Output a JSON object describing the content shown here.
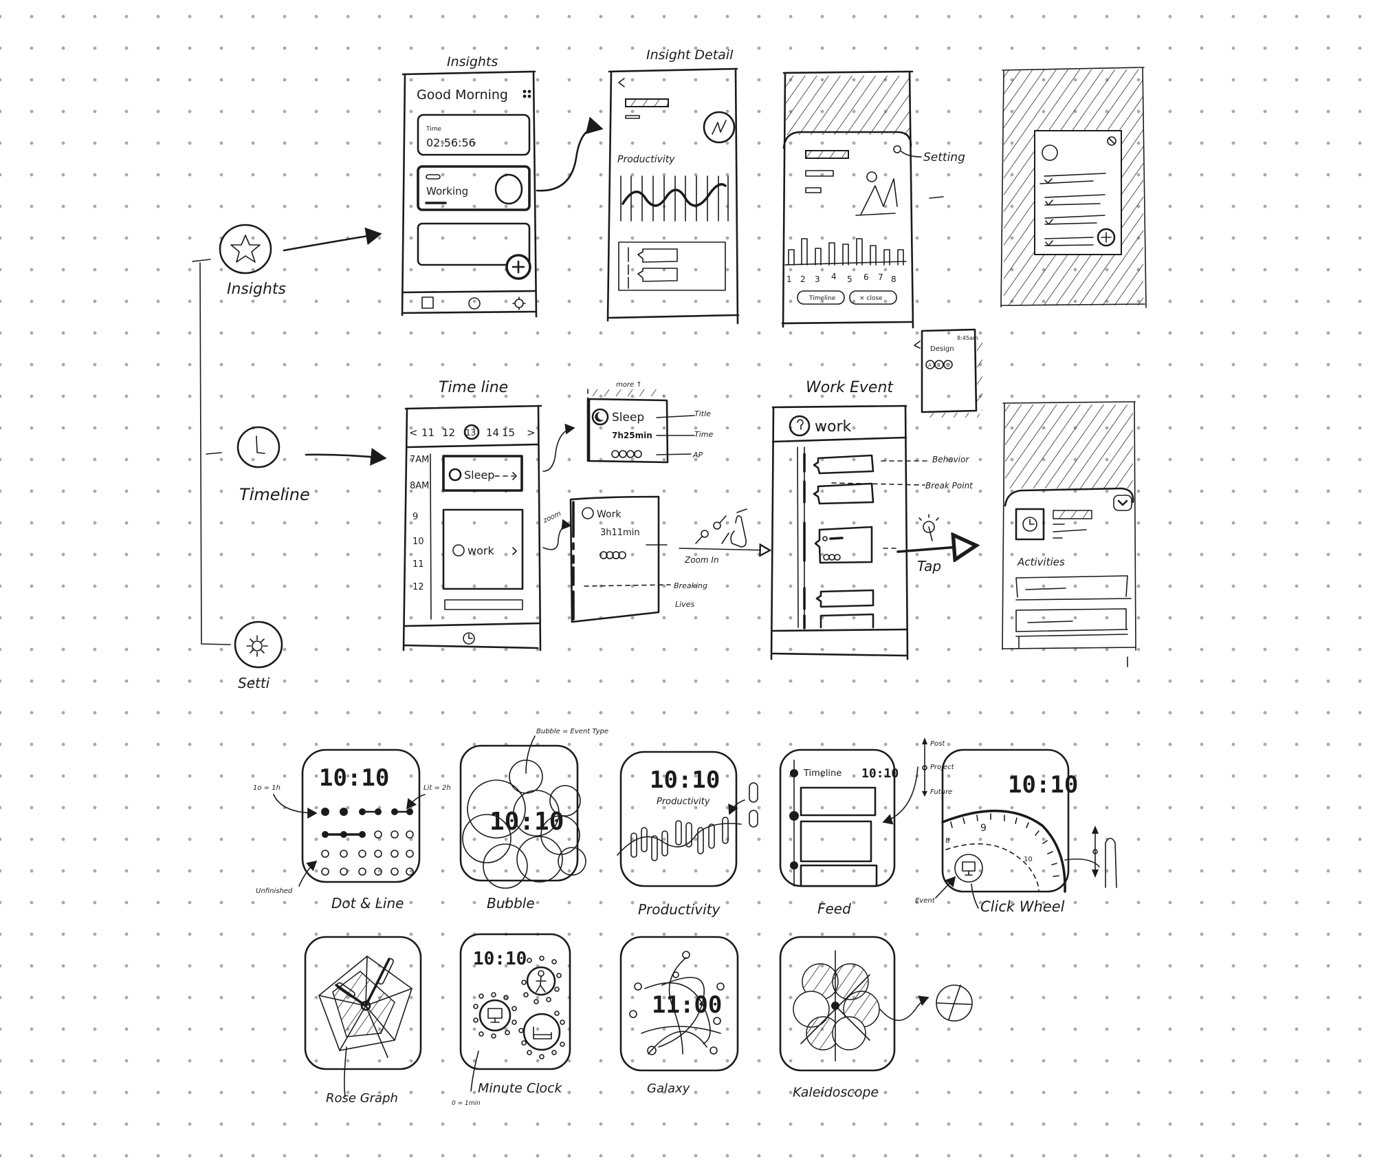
{
  "nav": {
    "items": [
      {
        "label": "Insights",
        "icon": "star-icon"
      },
      {
        "label": "Timeline",
        "icon": "clock-icon"
      },
      {
        "label": "Setti",
        "icon": "gear-icon"
      }
    ]
  },
  "screens": {
    "insights": {
      "title": "Insights",
      "greeting": "Good Morning",
      "time_label": "Time",
      "time_value": "02:56:56",
      "status": "Working"
    },
    "insight_detail": {
      "title": "Insight Detail",
      "section": "Productivity"
    },
    "overlay": {
      "annotation": "Setting",
      "axis": [
        "1",
        "2",
        "3",
        "4",
        "5",
        "6",
        "7",
        "8"
      ],
      "buttons": [
        "Timeline",
        "× close"
      ]
    },
    "timeline": {
      "title": "Time line",
      "prev": "<",
      "next": ">",
      "dates": [
        "11",
        "12",
        "13",
        "14",
        "15"
      ],
      "hours": [
        "7AM",
        "8AM",
        "9",
        "10",
        "11",
        "12"
      ],
      "events": [
        "Sleep",
        "work"
      ]
    },
    "sleep_card": {
      "more": "more ↑",
      "title": "Sleep",
      "duration": "7h25min",
      "annotations": [
        "Title",
        "Time",
        "AP"
      ]
    },
    "work_card": {
      "zoom": "zoom",
      "title": "Work",
      "duration": "3h11min",
      "annotation_1": "Breaking",
      "annotation_2": "Lives"
    },
    "gesture": {
      "label": "Zoom In"
    },
    "work_event": {
      "title": "Work Event",
      "header": "work",
      "annotations": [
        "Behavior",
        "Break Point"
      ],
      "tap": "Tap"
    },
    "design_card": {
      "time": "8:45am",
      "title": "Design",
      "badges": [
        "A",
        "B",
        "C"
      ]
    },
    "activities": {
      "label": "Activities"
    }
  },
  "watch_faces": {
    "dot_line": {
      "label": "Dot & Line",
      "time": "10:10",
      "note_dot": "1o = 1h",
      "note_lit": "Lit = 2h",
      "note_unfinished": "Unfinished"
    },
    "bubble": {
      "label": "Bubble",
      "time": "10:10",
      "note": "Bubble = Event Type"
    },
    "productivity": {
      "label": "Productivity",
      "time": "10:10",
      "subtitle": "Productivity"
    },
    "feed": {
      "label": "Feed",
      "title": "Timeline",
      "time": "10:10",
      "legend": [
        "Post",
        "Project",
        "Future"
      ]
    },
    "click_wheel": {
      "label": "Click Wheel",
      "time": "10:10",
      "ticks": [
        "8",
        "9",
        "10"
      ],
      "note": "Event"
    },
    "rose_graph": {
      "label": "Rose Graph"
    },
    "minute_clock": {
      "label": "Minute Clock",
      "time": "10:10",
      "note": "0 = 1min"
    },
    "galaxy": {
      "label": "Galaxy",
      "time": "11:00"
    },
    "kaleidoscope": {
      "label": "Kaleidoscope"
    }
  }
}
